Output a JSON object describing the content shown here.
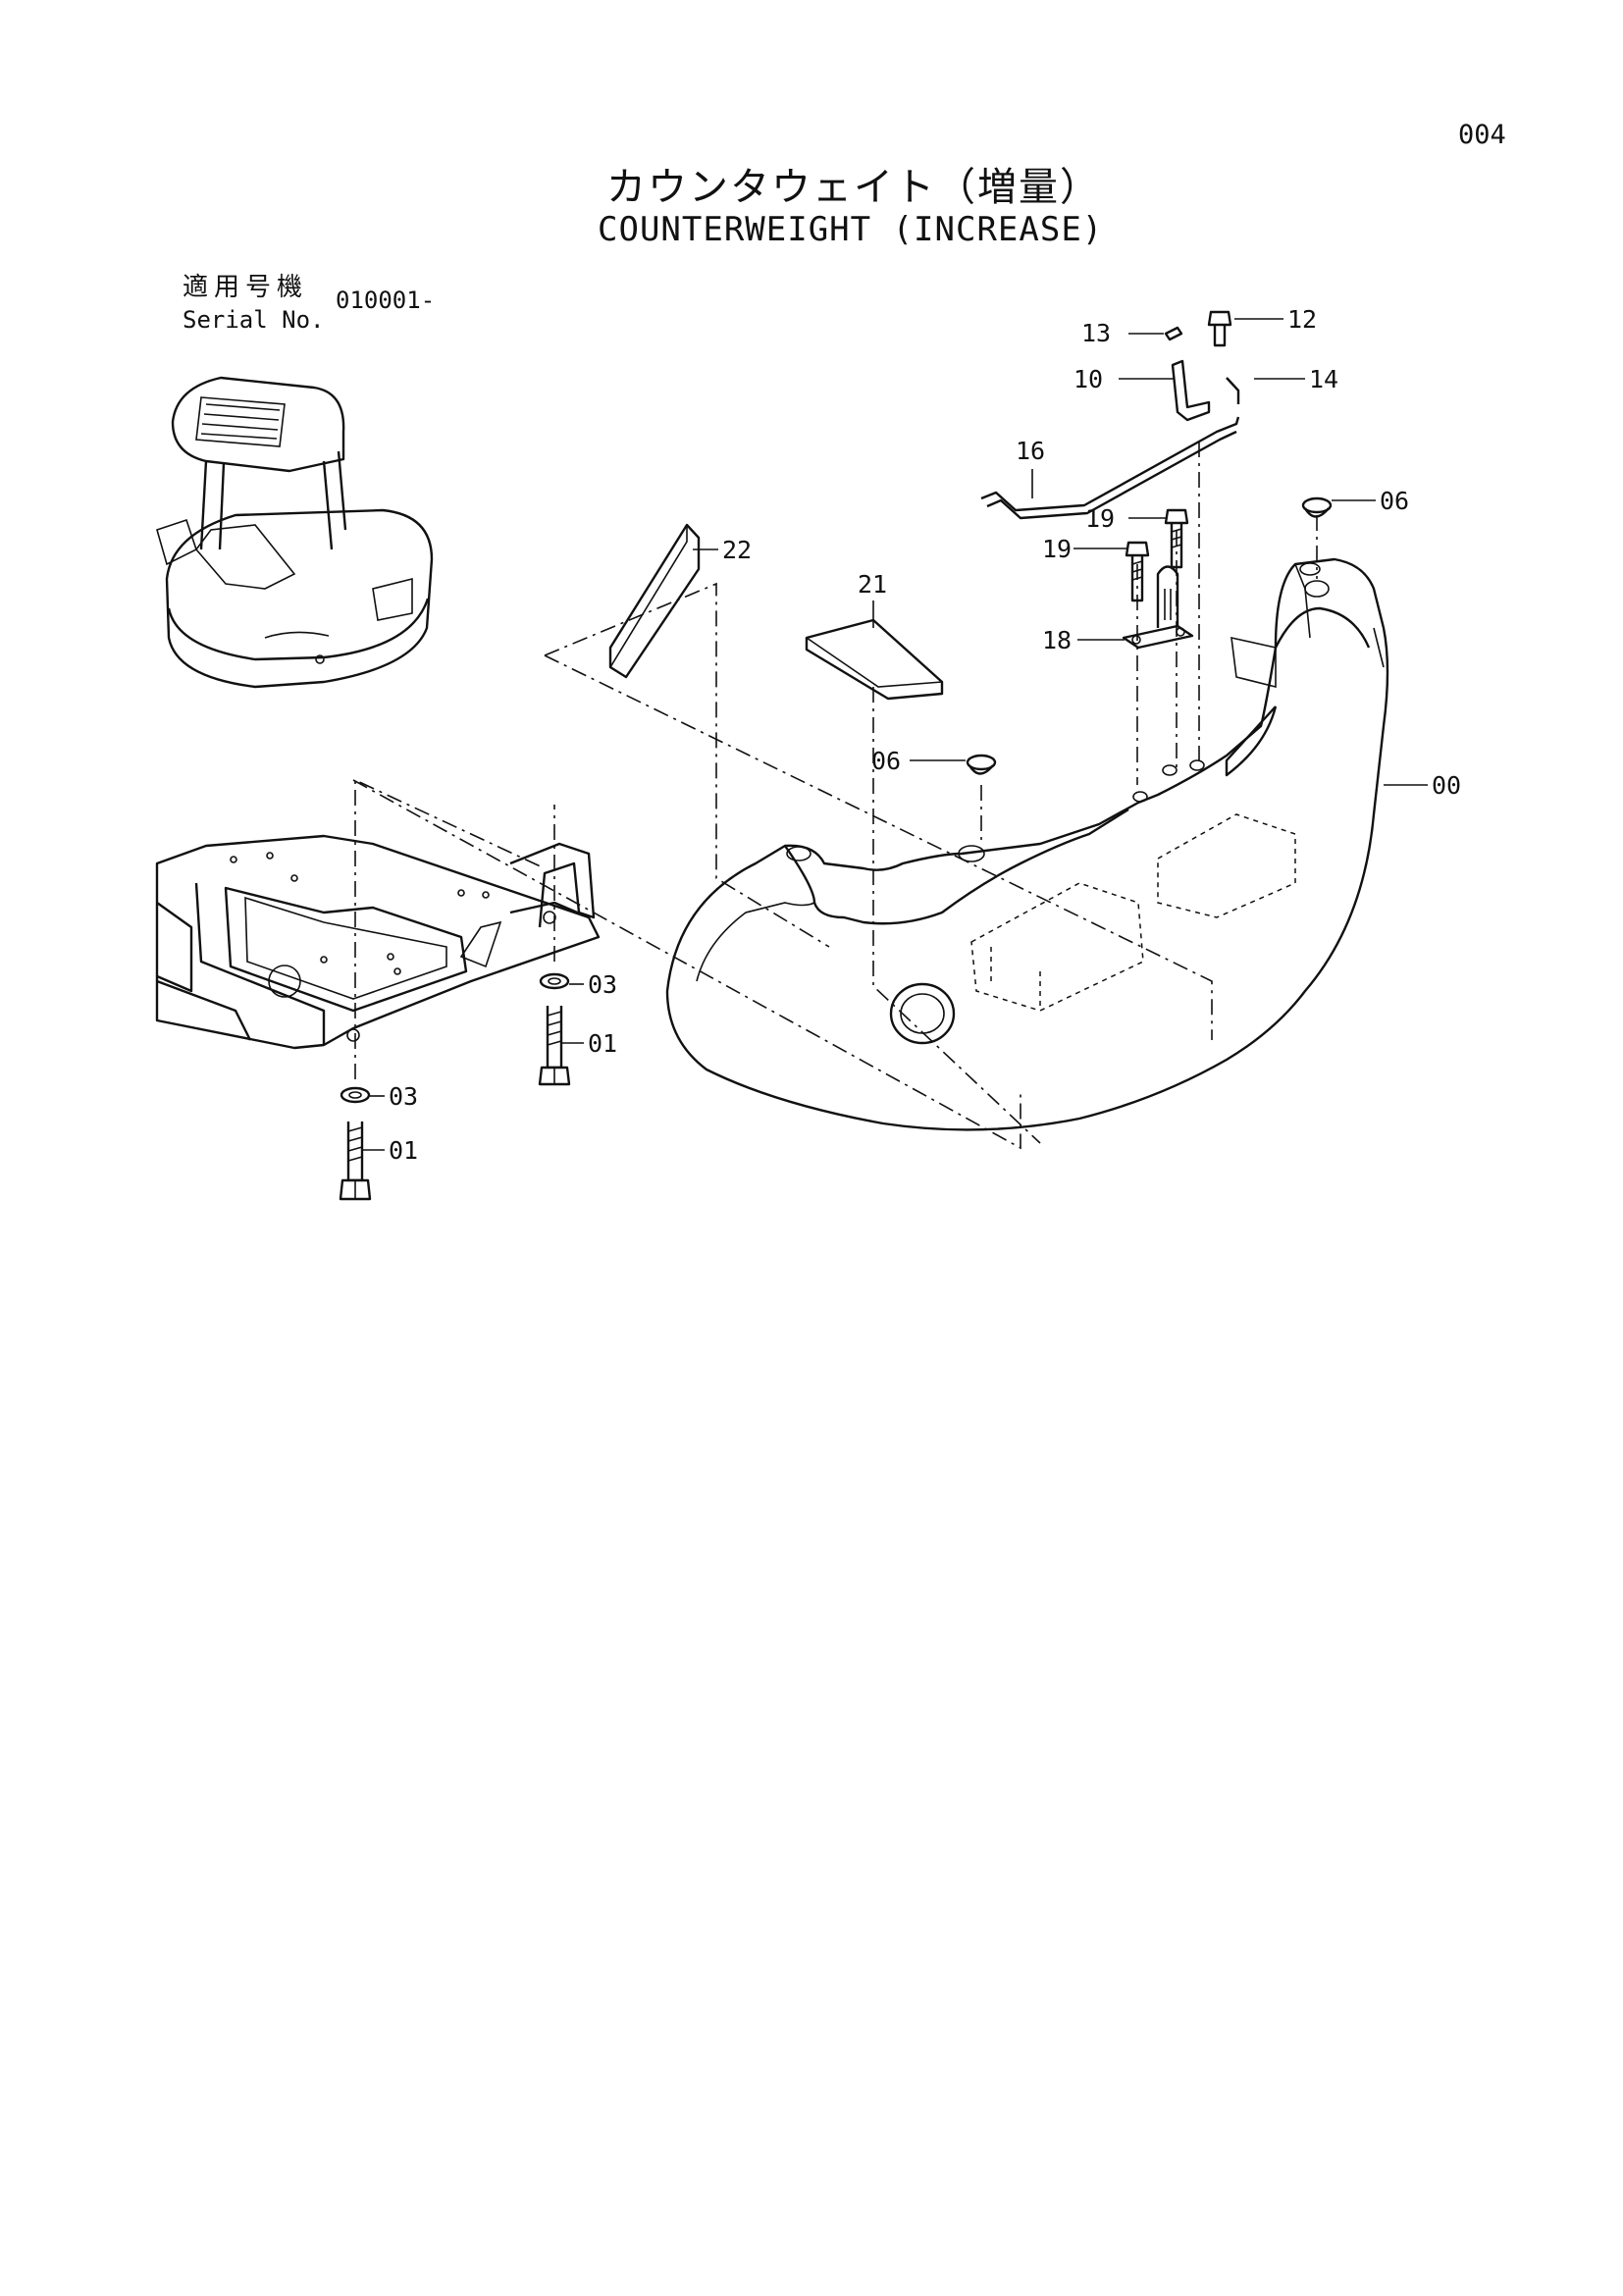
{
  "page_number": "004",
  "title_ja": "カウンタウェイト（増量）",
  "title_en": "COUNTERWEIGHT (INCREASE)",
  "serial": {
    "label_ja": "適用号機",
    "label_en": "Serial No.",
    "value": "010001-"
  },
  "callouts": [
    {
      "id": "c-12",
      "label": "12"
    },
    {
      "id": "c-13",
      "label": "13"
    },
    {
      "id": "c-10",
      "label": "10"
    },
    {
      "id": "c-14",
      "label": "14"
    },
    {
      "id": "c-16",
      "label": "16"
    },
    {
      "id": "c-06a",
      "label": "06"
    },
    {
      "id": "c-19a",
      "label": "19"
    },
    {
      "id": "c-19b",
      "label": "19"
    },
    {
      "id": "c-22",
      "label": "22"
    },
    {
      "id": "c-21",
      "label": "21"
    },
    {
      "id": "c-18",
      "label": "18"
    },
    {
      "id": "c-06b",
      "label": "06"
    },
    {
      "id": "c-00",
      "label": "00"
    },
    {
      "id": "c-03a",
      "label": "03"
    },
    {
      "id": "c-01a",
      "label": "01"
    },
    {
      "id": "c-03b",
      "label": "03"
    },
    {
      "id": "c-01b",
      "label": "01"
    }
  ]
}
